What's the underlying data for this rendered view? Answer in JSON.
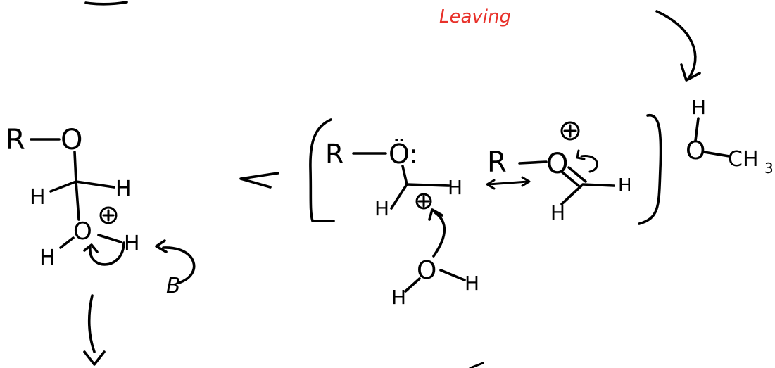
{
  "colors": {
    "ink": "#000000",
    "annotation": "#e8312a",
    "background": "#ffffff"
  },
  "annotation": {
    "text": "Leaving"
  },
  "tetrahedral_intermediate": {
    "r_group": "R",
    "oxygen_top": "O",
    "h_left": "H",
    "h_right": "H",
    "oxonium_oxygen": "O",
    "h_bottom_left": "H",
    "h_bottom_right": "H",
    "base": "B"
  },
  "resonance_structure_1": {
    "r_group": "R",
    "oxygen": "Ö:",
    "h_right": "H",
    "h_left": "H"
  },
  "resonance_structure_2": {
    "r_group": "R",
    "oxygen": "O",
    "h_right": "H",
    "h_bottom": "H"
  },
  "water_nucleophile": {
    "oxygen": "O",
    "h_left": "H",
    "h_right": "H"
  },
  "methanol": {
    "h_top": "H",
    "oxygen": "O",
    "methyl": "CH",
    "subscript": "3"
  }
}
